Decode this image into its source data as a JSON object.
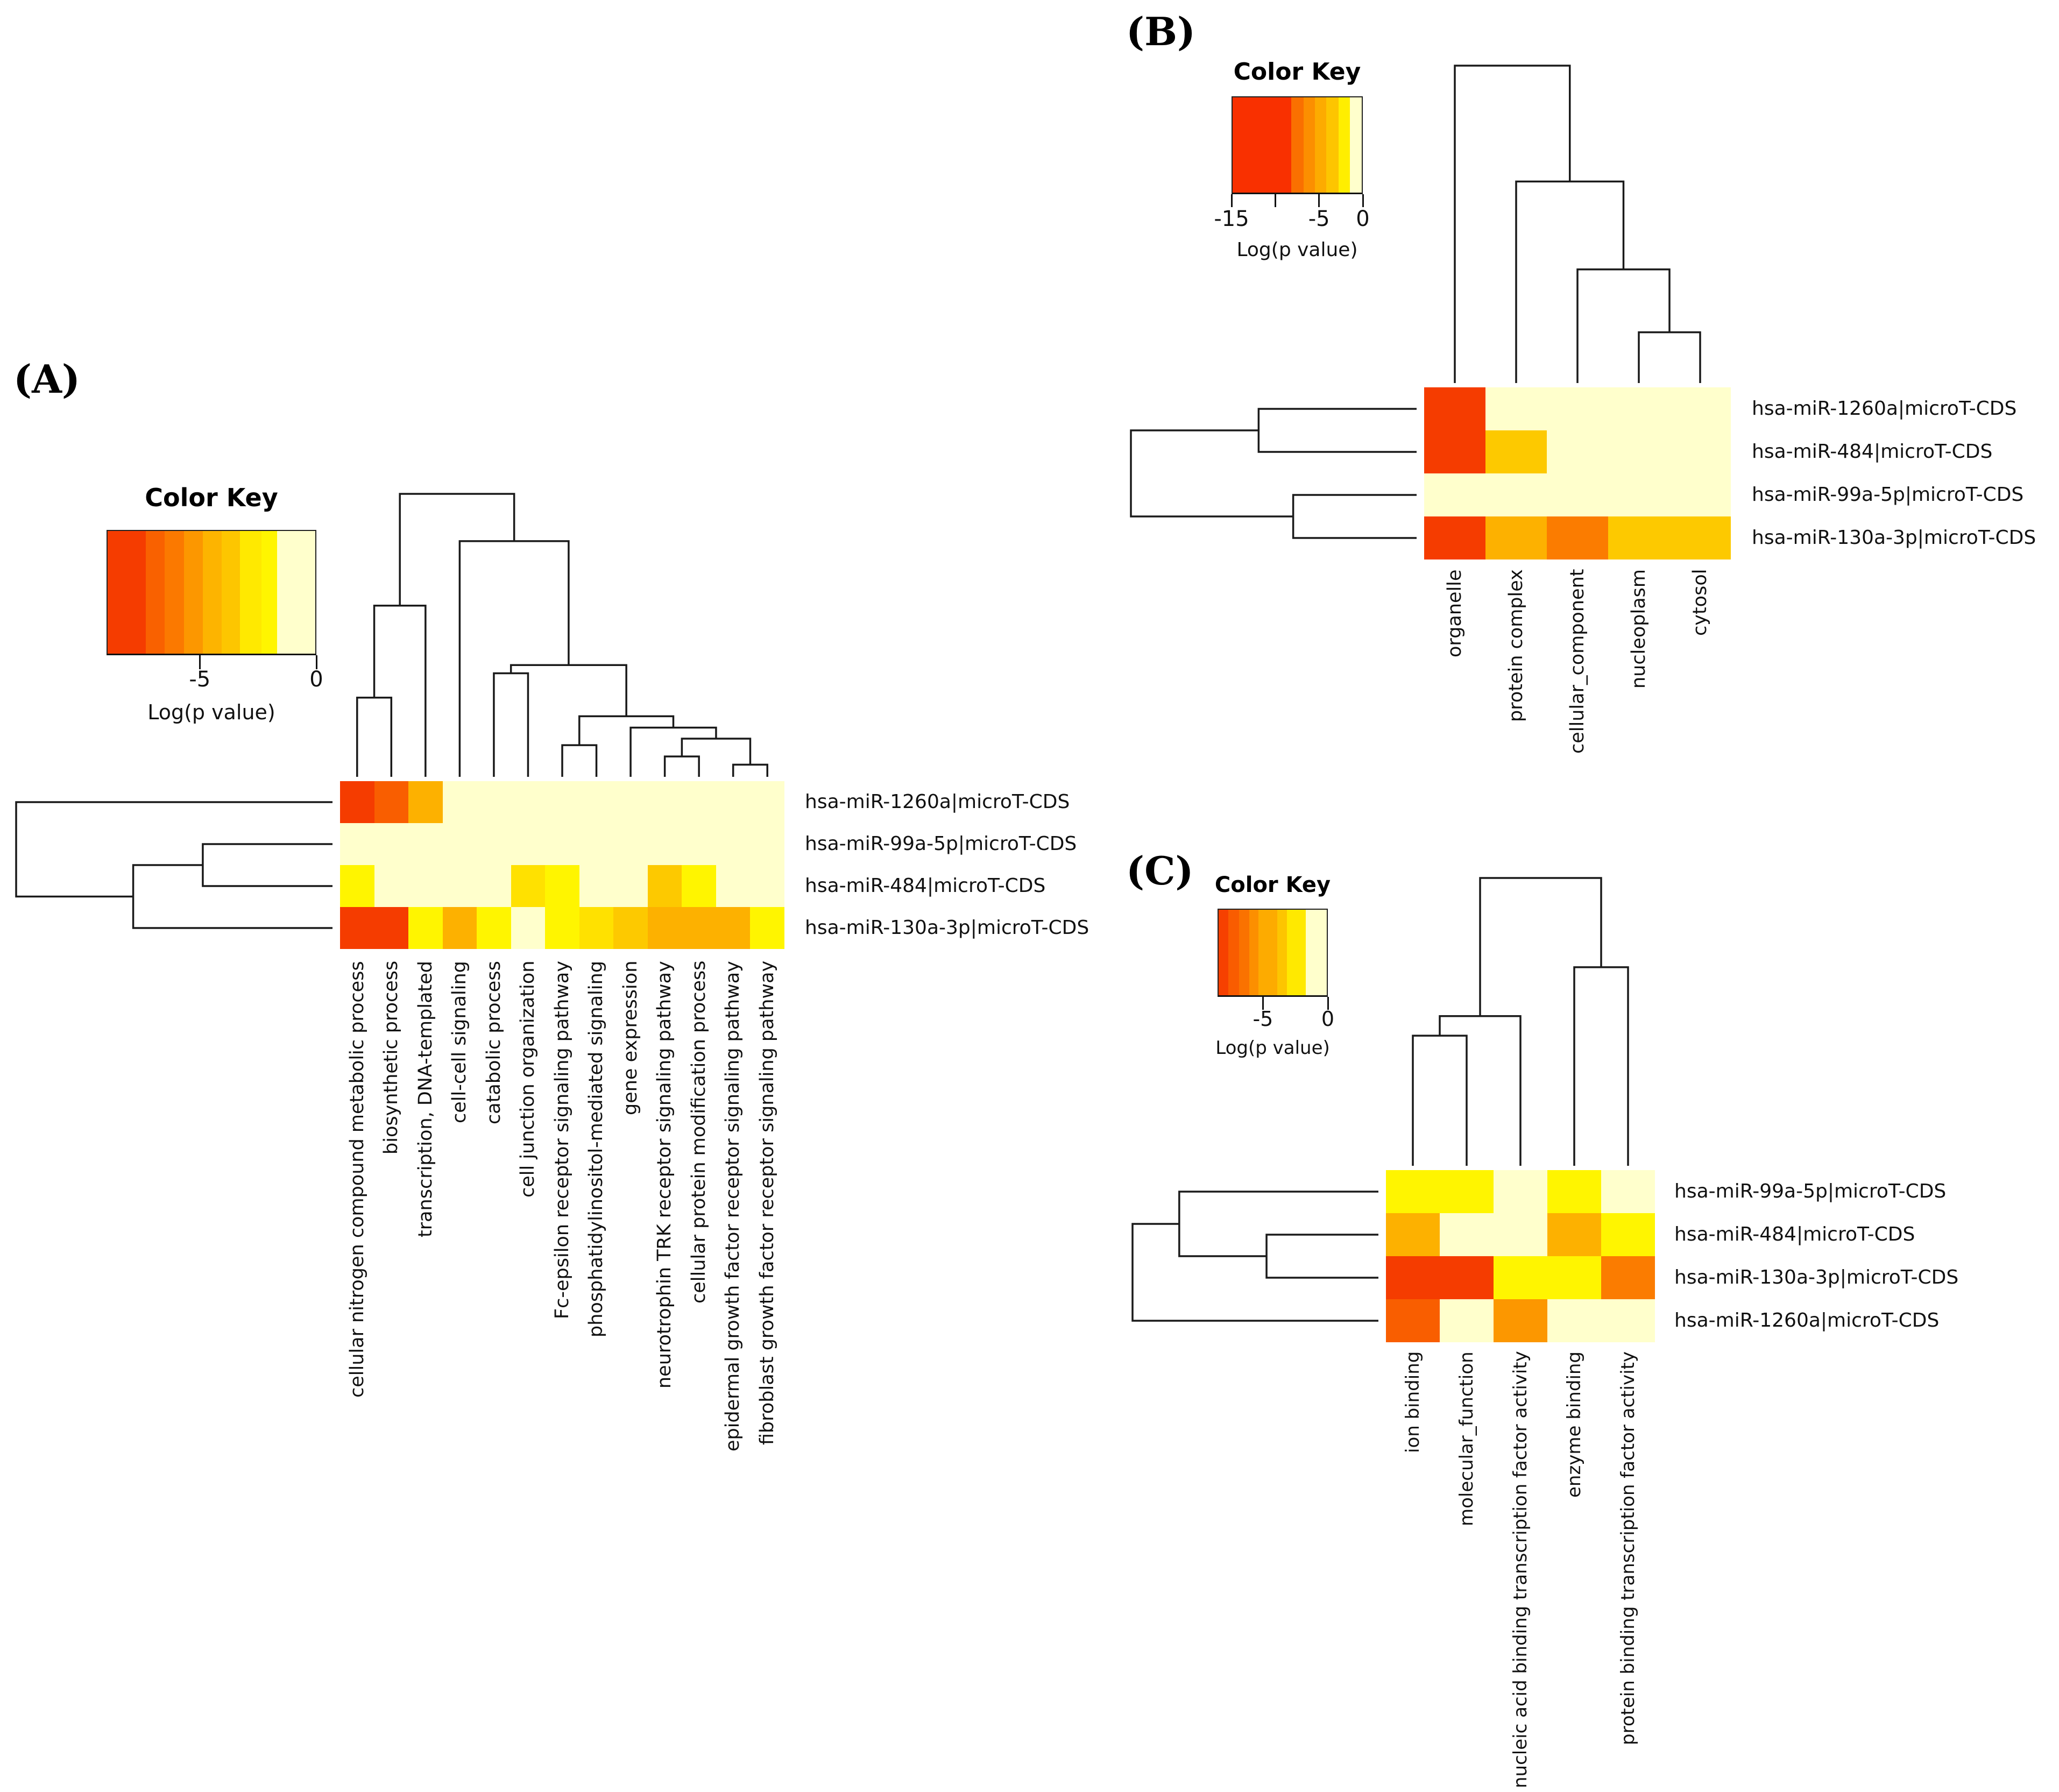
{
  "figure": {
    "background": "#ffffff",
    "palette_bands": [
      {
        "t": 0.92,
        "color": "#F53C00"
      },
      {
        "t": 0.82,
        "color": "#F95E00"
      },
      {
        "t": 0.72,
        "color": "#FB7C00"
      },
      {
        "t": 0.62,
        "color": "#FC9700"
      },
      {
        "t": 0.5,
        "color": "#FDB100"
      },
      {
        "t": 0.4,
        "color": "#FDC900"
      },
      {
        "t": 0.26,
        "color": "#FFE100"
      },
      {
        "t": 0.13,
        "color": "#FFF500"
      },
      {
        "t": 0.0,
        "color": "#FFFFCC"
      }
    ]
  },
  "chart_data": [
    {
      "panel_label": "(A)",
      "type": "heatmap",
      "title": "Color Key",
      "legend_axis_label": "Log(p value)",
      "domain": [
        -9,
        0
      ],
      "legend_ticks": [
        {
          "value": -5,
          "label": "-5"
        },
        {
          "value": 0,
          "label": "0"
        }
      ],
      "legend_bands": [
        {
          "color": "#F53C00",
          "width": 0.184
        },
        {
          "color": "#F96100",
          "width": 0.09
        },
        {
          "color": "#FB7900",
          "width": 0.094
        },
        {
          "color": "#FC9700",
          "width": 0.09
        },
        {
          "color": "#FDB400",
          "width": 0.09
        },
        {
          "color": "#FDC600",
          "width": 0.09
        },
        {
          "color": "#FFE900",
          "width": 0.104
        },
        {
          "color": "#FFF500",
          "width": 0.075
        },
        {
          "color": "#FFFFCC",
          "width": 0.183
        }
      ],
      "rows": [
        "hsa-miR-1260a|microT-CDS",
        "hsa-miR-99a-5p|microT-CDS",
        "hsa-miR-484|microT-CDS",
        "hsa-miR-130a-3p|microT-CDS"
      ],
      "columns": [
        "cellular nitrogen compound metabolic process",
        "biosynthetic process",
        "transcription, DNA-templated",
        "cell-cell signaling",
        "catabolic process",
        "cell junction organization",
        "Fc-epsilon receptor signaling pathway",
        "phosphatidylinositol-mediated signaling",
        "gene expression",
        "neurotrophin TRK receptor signaling pathway",
        "cellular protein modification process",
        "epidermal growth factor receptor signaling pathway",
        "fibroblast growth factor receptor signaling pathway"
      ],
      "values": [
        [
          -9.0,
          -7.6,
          -5.0,
          -0.5,
          -0.5,
          -0.5,
          -0.5,
          -0.5,
          -0.5,
          -0.5,
          -0.5,
          -0.5,
          -0.5
        ],
        [
          -0.5,
          -0.5,
          -0.5,
          -0.5,
          -0.5,
          -0.5,
          -0.5,
          -0.5,
          -0.5,
          -0.5,
          -0.5,
          -0.5,
          -0.5
        ],
        [
          -2.0,
          -0.5,
          -0.5,
          -0.5,
          -0.5,
          -2.6,
          -2.1,
          -0.5,
          -0.5,
          -3.8,
          -2.0,
          -0.5,
          -0.5
        ],
        [
          -9.0,
          -8.6,
          -2.0,
          -4.7,
          -2.0,
          -0.3,
          -2.0,
          -3.0,
          -4.0,
          -5.5,
          -5.5,
          -5.5,
          -2.0
        ]
      ],
      "col_dendrogram_links": [
        [
          0.5,
          0,
          1.5,
          0,
          0.28
        ],
        [
          1.0,
          0.28,
          2.5,
          0,
          0.605
        ],
        [
          4.5,
          0,
          5.5,
          0,
          0.366
        ],
        [
          6.5,
          0,
          7.5,
          0,
          0.112
        ],
        [
          9.5,
          0,
          10.5,
          0,
          0.072
        ],
        [
          11.5,
          0,
          12.5,
          0,
          0.043
        ],
        [
          10.0,
          0.072,
          12.0,
          0.043,
          0.135
        ],
        [
          8.5,
          0,
          11.0,
          0.135,
          0.174
        ],
        [
          7.0,
          0.112,
          9.75,
          0.174,
          0.214
        ],
        [
          5.0,
          0.366,
          8.375,
          0.214,
          0.395
        ],
        [
          3.5,
          0,
          6.6875,
          0.395,
          0.833
        ],
        [
          1.75,
          0.605,
          5.09375,
          0.833,
          1.0
        ]
      ],
      "row_dendrogram_links": [
        [
          1.5,
          0,
          2.5,
          0,
          0.41
        ],
        [
          2.0,
          0.41,
          3.5,
          0,
          0.63
        ],
        [
          0.5,
          0,
          2.75,
          0.63,
          1.0
        ]
      ]
    },
    {
      "panel_label": "(B)",
      "type": "heatmap",
      "title": "Color Key",
      "legend_axis_label": "Log(p value)",
      "domain": [
        -15,
        0
      ],
      "legend_ticks": [
        {
          "value": -15,
          "label": "-15"
        },
        {
          "value": -10,
          "label": ""
        },
        {
          "value": -5,
          "label": "-5"
        },
        {
          "value": 0,
          "label": "0"
        }
      ],
      "legend_bands": [
        {
          "color": "#F93000",
          "width": 0.455
        },
        {
          "color": "#FA7000",
          "width": 0.094
        },
        {
          "color": "#FC8F00",
          "width": 0.089
        },
        {
          "color": "#FDAB00",
          "width": 0.089
        },
        {
          "color": "#FDC500",
          "width": 0.094
        },
        {
          "color": "#FFEE00",
          "width": 0.089
        },
        {
          "color": "#FFFFCC",
          "width": 0.09
        }
      ],
      "rows": [
        "hsa-miR-1260a|microT-CDS",
        "hsa-miR-484|microT-CDS",
        "hsa-miR-99a-5p|microT-CDS",
        "hsa-miR-130a-3p|microT-CDS"
      ],
      "columns": [
        "organelle",
        "protein complex",
        "cellular_component",
        "nucleoplasm",
        "cytosol"
      ],
      "values": [
        [
          -14.0,
          -0.5,
          -0.5,
          -0.5,
          -0.5
        ],
        [
          -14.0,
          -6.7,
          -0.5,
          -0.5,
          -0.5
        ],
        [
          -0.5,
          -0.5,
          -0.5,
          -0.5,
          -0.5
        ],
        [
          -14.0,
          -8.2,
          -11.0,
          -6.5,
          -6.5
        ]
      ],
      "col_dendrogram_links": [
        [
          3.5,
          0,
          4.5,
          0,
          0.16
        ],
        [
          2.5,
          0,
          4.0,
          0.16,
          0.358
        ],
        [
          1.5,
          0,
          3.25,
          0.358,
          0.635
        ],
        [
          0.5,
          0,
          2.375,
          0.635,
          1.0
        ]
      ],
      "row_dendrogram_links": [
        [
          0.5,
          0,
          1.5,
          0,
          0.553
        ],
        [
          2.5,
          0,
          3.5,
          0,
          0.432
        ],
        [
          1.0,
          0.553,
          3.0,
          0.432,
          1.0
        ]
      ]
    },
    {
      "panel_label": "(C)",
      "type": "heatmap",
      "title": "Color Key",
      "legend_axis_label": "Log(p value)",
      "domain": [
        -8.5,
        0
      ],
      "legend_ticks": [
        {
          "value": -5,
          "label": "-5"
        },
        {
          "value": 0,
          "label": "0"
        }
      ],
      "legend_bands": [
        {
          "color": "#F64000",
          "width": 0.088
        },
        {
          "color": "#F95C00",
          "width": 0.1
        },
        {
          "color": "#FA7200",
          "width": 0.094
        },
        {
          "color": "#FC8F00",
          "width": 0.088
        },
        {
          "color": "#FDAB00",
          "width": 0.17
        },
        {
          "color": "#FDC500",
          "width": 0.094
        },
        {
          "color": "#FFE900",
          "width": 0.17
        },
        {
          "color": "#FFFFCC",
          "width": 0.196
        }
      ],
      "rows": [
        "hsa-miR-99a-5p|microT-CDS",
        "hsa-miR-484|microT-CDS",
        "hsa-miR-130a-3p|microT-CDS",
        "hsa-miR-1260a|microT-CDS"
      ],
      "columns": [
        "ion binding",
        "molecular_function",
        "nucleic acid binding transcription factor activity",
        "enzyme binding",
        "protein binding transcription factor activity"
      ],
      "values": [
        [
          -2.0,
          -2.0,
          -0.7,
          -2.2,
          -0.9
        ],
        [
          -4.8,
          -0.5,
          -0.5,
          -4.8,
          -2.0
        ],
        [
          -8.3,
          -8.3,
          -2.0,
          -2.0,
          -6.4
        ],
        [
          -7.4,
          -0.5,
          -5.6,
          -0.5,
          -0.5
        ]
      ],
      "col_dendrogram_links": [
        [
          0.5,
          0,
          1.5,
          0,
          0.452
        ],
        [
          1.0,
          0.452,
          2.5,
          0,
          0.52
        ],
        [
          3.5,
          0,
          4.5,
          0,
          0.69
        ],
        [
          1.75,
          0.52,
          4.0,
          0.69,
          1.0
        ]
      ],
      "row_dendrogram_links": [
        [
          1.5,
          0,
          2.5,
          0,
          0.455
        ],
        [
          0.5,
          0,
          2.0,
          0.455,
          0.81
        ],
        [
          1.25,
          0.81,
          3.5,
          0,
          1.0
        ]
      ]
    }
  ]
}
